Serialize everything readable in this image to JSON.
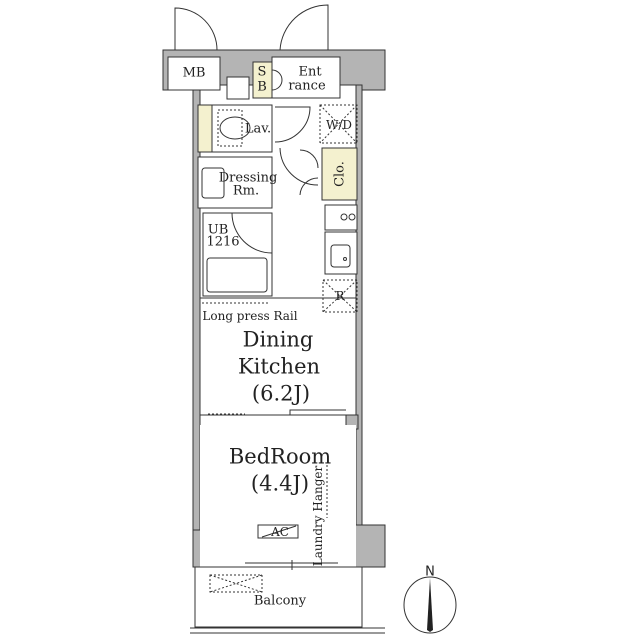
{
  "rooms": {
    "mb": "MB",
    "sb_line1": "S",
    "sb_line2": "B",
    "entrance_line1": "Ent",
    "entrance_line2": "rance",
    "lav": "Lav.",
    "wd": "W/D",
    "dressing_line1": "Dressing",
    "dressing_line2": "Rm.",
    "clo": "Clo.",
    "ub_line1": "UB",
    "ub_line2": "1216",
    "fridge": "R",
    "long_press_rail": "Long press Rail",
    "dining_line1": "Dining",
    "dining_line2": "Kitchen",
    "dining_size": "(6.2J)",
    "bedroom": "BedRoom",
    "bedroom_size": "(4.4J)",
    "laundry_hanger": "Laundry Hanger",
    "ac": "AC",
    "balcony": "Balcony"
  },
  "compass": {
    "north": "N"
  },
  "colors": {
    "wall": "#b4b4b4",
    "fixture_fill": "#f4f1cf",
    "line": "#333333"
  }
}
